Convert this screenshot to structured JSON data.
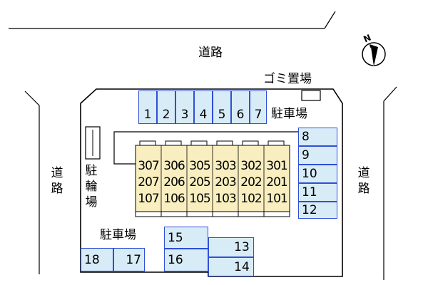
{
  "labels": {
    "road_top": "道路",
    "road_left": [
      "道",
      "路"
    ],
    "road_right": [
      "道",
      "路"
    ],
    "garbage": "ゴミ置場",
    "parking_right": "駐車場",
    "parking_left": "駐車場",
    "bike_parking": [
      "駐",
      "輪",
      "場"
    ],
    "north": "N"
  },
  "parking_top": [
    "1",
    "2",
    "3",
    "4",
    "5",
    "6",
    "7"
  ],
  "parking_right_slots": [
    "8",
    "9",
    "10",
    "11",
    "12"
  ],
  "parking_bottom_left": [
    "18",
    "17"
  ],
  "parking_bottom_mid": [
    "15",
    "16"
  ],
  "parking_bottom_right": [
    "13",
    "14"
  ],
  "rooms": {
    "floor3": [
      "307",
      "306",
      "305",
      "303",
      "302",
      "301"
    ],
    "floor2": [
      "207",
      "206",
      "205",
      "203",
      "202",
      "201"
    ],
    "floor1": [
      "107",
      "106",
      "105",
      "103",
      "102",
      "101"
    ]
  },
  "colors": {
    "parking_fill": "#d8ecf7",
    "parking_border": "#2f4fd6",
    "building_fill": "#f8eec0"
  }
}
